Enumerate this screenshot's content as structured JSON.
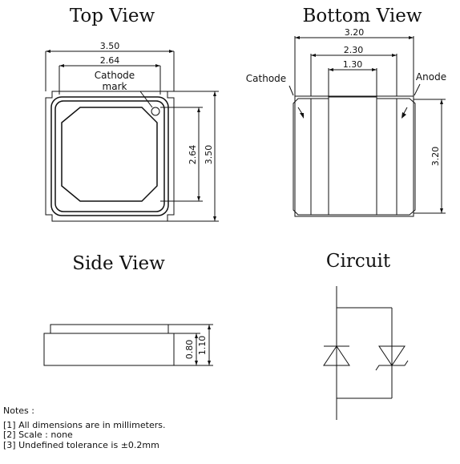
{
  "views": {
    "top": {
      "title": "Top View",
      "dim_width": "3.50",
      "dim_inner_width": "2.64",
      "dim_inner_height": "2.64",
      "dim_height": "3.50",
      "cathode_mark_line1": "Cathode",
      "cathode_mark_line2": "mark"
    },
    "bottom": {
      "title": "Bottom View",
      "dim_width": "3.20",
      "dim_pad_span": "2.30",
      "dim_center_pad": "1.30",
      "dim_height": "3.20",
      "cathode_label": "Cathode",
      "anode_label": "Anode"
    },
    "side": {
      "title": "Side View",
      "dim_body_height": "0.80",
      "dim_total_height": "1.10"
    },
    "circuit": {
      "title": "Circuit"
    }
  },
  "notes": {
    "heading": "Notes :",
    "items": [
      "[1] All dimensions are in millimeters.",
      "[2] Scale :  none",
      "[3] Undefined tolerance is ±0.2mm"
    ]
  }
}
